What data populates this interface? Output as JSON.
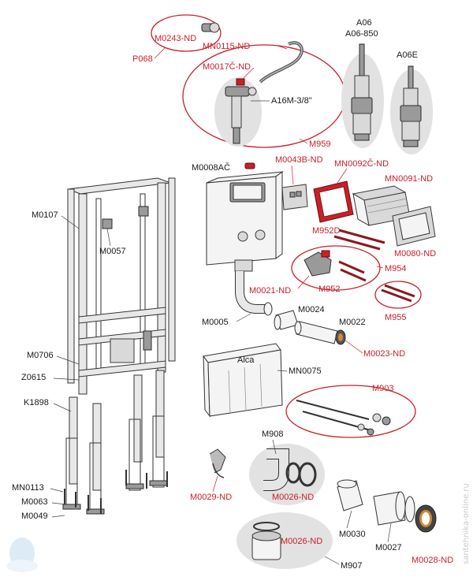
{
  "watermark": "santehnika-online.ru",
  "labels": {
    "m0243": "M0243-ND",
    "p068": "P068",
    "mn0115": "MN0115-ND",
    "m0017": "M0017Č-ND",
    "a16m": "A16M-3/8\"",
    "m959": "M959",
    "a06": "A06",
    "a06_850": "A06-850",
    "a06e": "A06E",
    "m0008": "M0008AČ",
    "m0043": "M0043B-ND",
    "mn0092": "MN0092Č-ND",
    "mn0091": "MN0091-ND",
    "m0107": "M0107",
    "m0057": "M0057",
    "m952d": "M952D",
    "m0080": "M0080-ND",
    "m954": "M954",
    "m0021": "M0021-ND",
    "m952": "M952",
    "m955": "M955",
    "m0024": "M0024",
    "m0005": "M0005",
    "m0022": "M0022",
    "m0023": "M0023-ND",
    "m0706": "M0706",
    "z0615": "Z0615",
    "mn0075": "MN0075",
    "k1898": "K1898",
    "m903": "M903",
    "m908": "M908",
    "mn0113": "MN0113",
    "m0063": "M0063",
    "m0049": "M0049",
    "m0029": "M0029-ND",
    "m0026a": "M0026-ND",
    "m0030": "M0030",
    "m0027": "M0027",
    "m0026b": "M0026-ND",
    "m0028": "M0028-ND",
    "m907": "M907",
    "brand": "Alca"
  },
  "colors": {
    "red": "#c8202a",
    "black": "#1a1a1a",
    "grey_bubble": "#e2e2e2"
  }
}
